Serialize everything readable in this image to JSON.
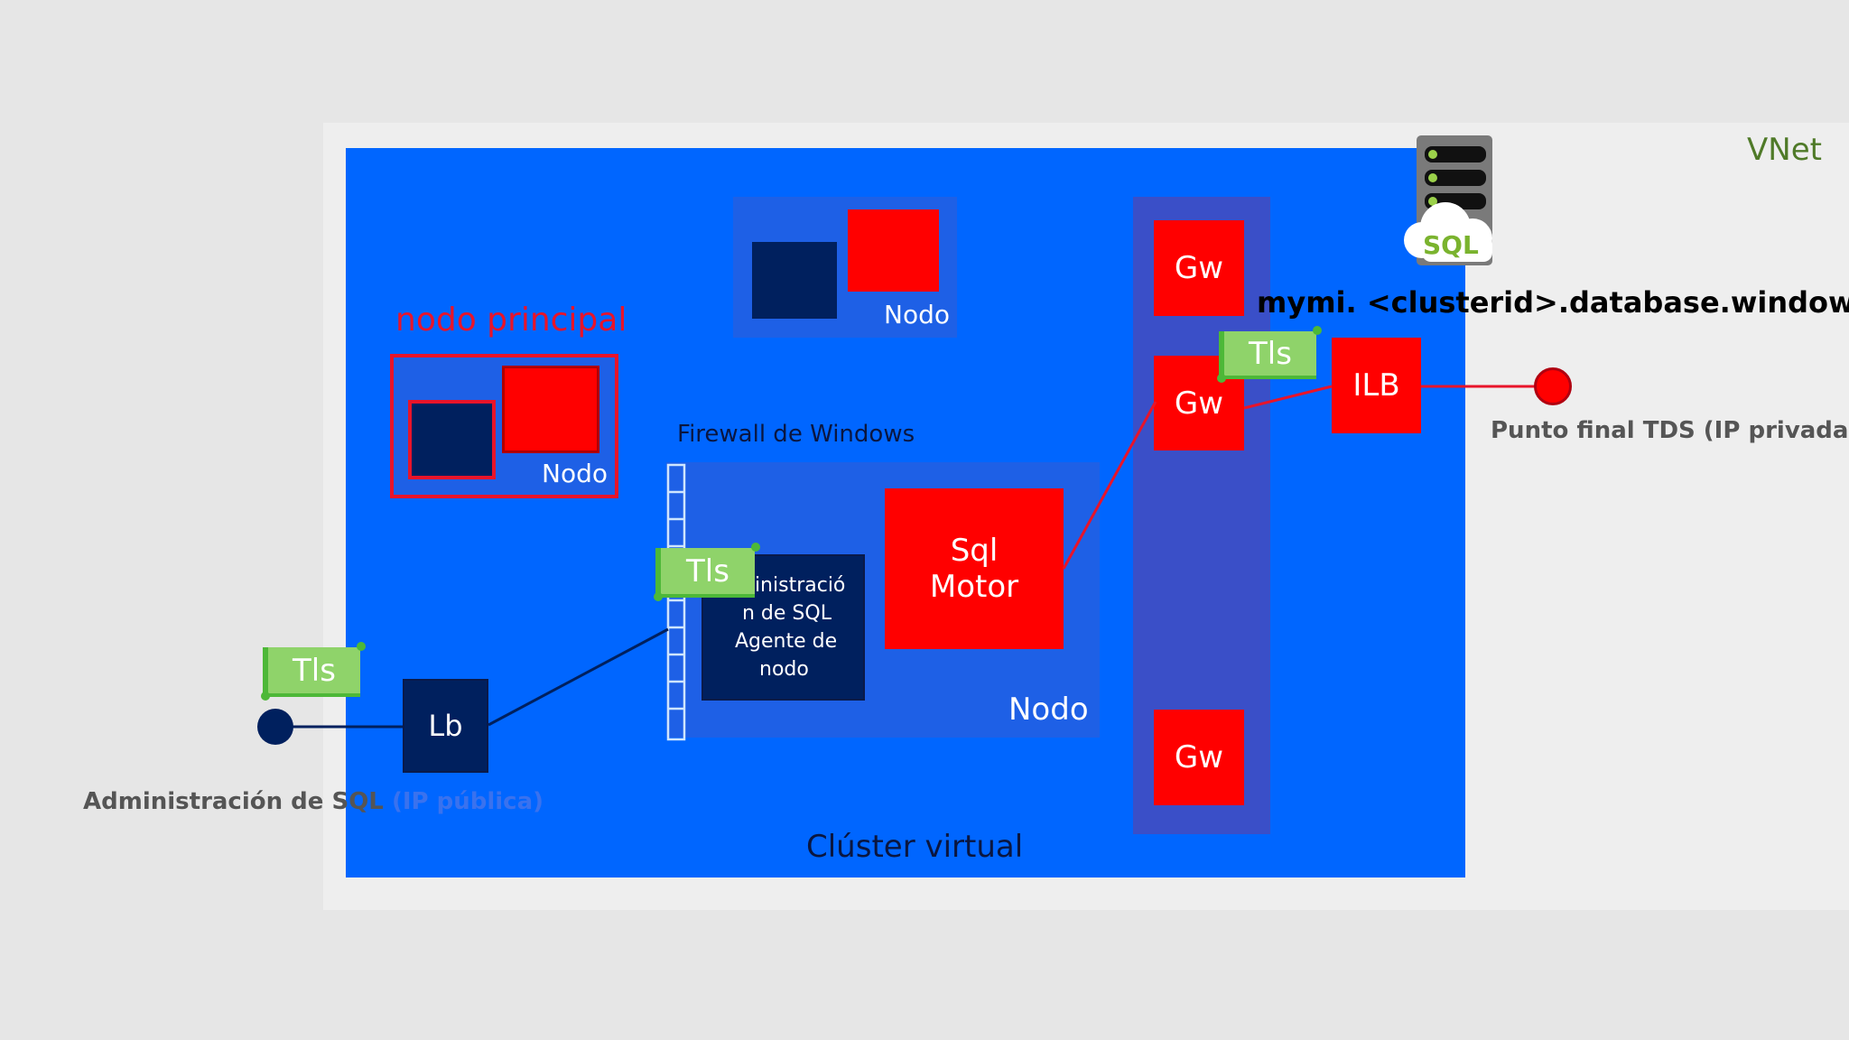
{
  "vnet_label": "VNet",
  "cluster_label": "Clúster virtual",
  "primary_node": {
    "title": "nodo principal",
    "label": "Nodo"
  },
  "top_node": {
    "label": "Nodo"
  },
  "firewall_label": "Firewall de Windows",
  "engine_node": {
    "label": "Nodo",
    "agent_line1": "ninistració",
    "agent_line2": "n de SQL",
    "agent_line3": "Agente de",
    "agent_line4": "nodo",
    "engine_line1": "Sql",
    "engine_line2": "Motor"
  },
  "gateways": [
    "Gw",
    "Gw",
    "Gw"
  ],
  "ilb_label": "ILB",
  "lb_label": "Lb",
  "tls_labels": [
    "Tls",
    "Tls",
    "Tls"
  ],
  "dns_name": "mymi. <clusterid>.database.windows.net",
  "tds_endpoint_label": "Punto final TDS (IP privada)",
  "sql_mgmt_label_visible": "Administración de SQL",
  "sql_mgmt_label_obscured": "(IP pública)",
  "sql_icon_text": "SQL",
  "colors": {
    "cluster_blue": "#0066ff",
    "red": "#ff0000",
    "navy": "#00205e",
    "tls_green": "#8fd36a",
    "vnet_green": "#4f7a28"
  }
}
